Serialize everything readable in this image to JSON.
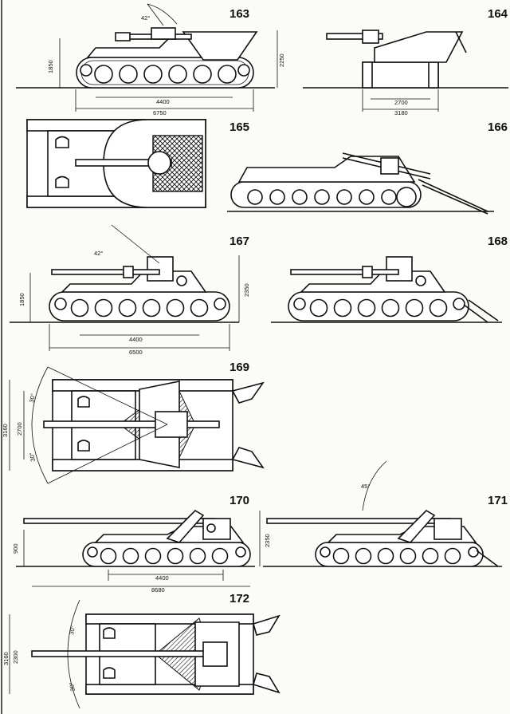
{
  "figures": [
    {
      "id": "fig163",
      "label": "163",
      "dims": [
        "1850",
        "2250",
        "4400",
        "6750",
        "42°"
      ]
    },
    {
      "id": "fig164",
      "label": "164",
      "dims": [
        "2700",
        "3180"
      ]
    },
    {
      "id": "fig165",
      "label": "165",
      "dims": []
    },
    {
      "id": "fig166",
      "label": "166",
      "dims": []
    },
    {
      "id": "fig167",
      "label": "167",
      "dims": [
        "1850",
        "2350",
        "4400",
        "6500",
        "42°"
      ]
    },
    {
      "id": "fig168",
      "label": "168",
      "dims": []
    },
    {
      "id": "fig169",
      "label": "169",
      "dims": [
        "3160",
        "2700",
        "30°",
        "30°"
      ]
    },
    {
      "id": "fig170",
      "label": "170",
      "dims": [
        "900",
        "2350",
        "4400",
        "8680"
      ]
    },
    {
      "id": "fig171",
      "label": "171",
      "dims": [
        "45°"
      ]
    },
    {
      "id": "fig172",
      "label": "172",
      "dims": [
        "3160",
        "2300",
        "30°",
        "30°"
      ]
    }
  ]
}
